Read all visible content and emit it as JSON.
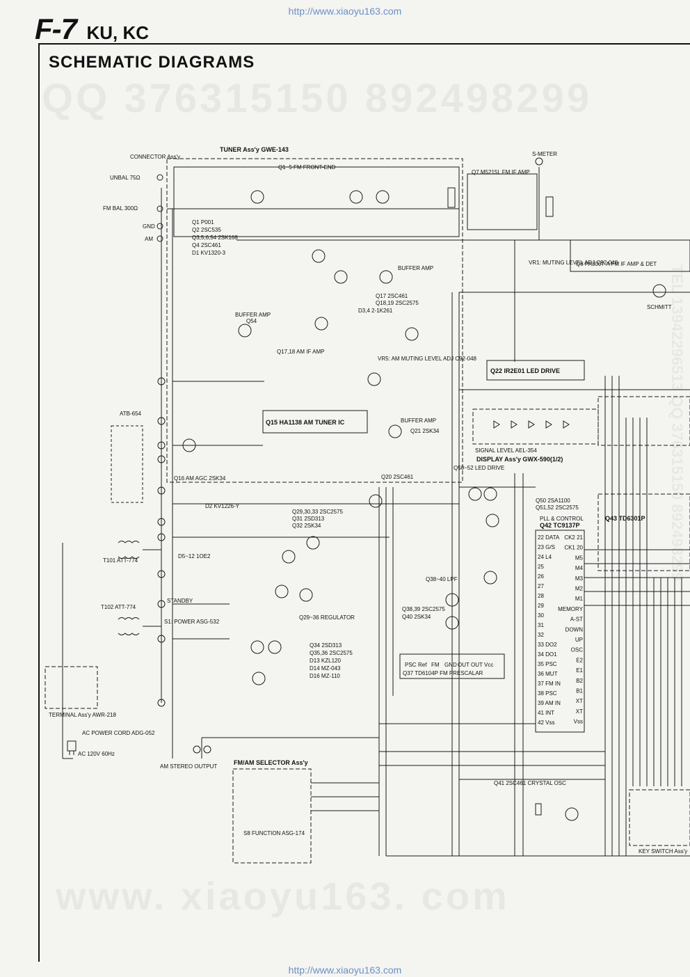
{
  "header": {
    "url_top": "http://www.xiaoyu163.com",
    "url_bottom": "http://www.xiaoyu163.com",
    "model_code": "F-7",
    "model_variant": "KU, KC",
    "title": "SCHEMATIC DIAGRAMS"
  },
  "watermarks": {
    "qq": "QQ 376315150    892498299",
    "web": "www. xiaoyu163. com",
    "tel": "TEL 13942296513  QQ 376315150  892498299"
  },
  "assemblies": {
    "tuner": "TUNER Ass'y    GWE-143",
    "connector": "CONNECTOR Ass'y",
    "display": "DISPLAY Ass'y   GWX-590(1/2)",
    "terminal": "TERMINAL Ass'y AWR-218",
    "selector": "FM/AM SELECTOR Ass'y",
    "key_switch": "KEY SWITCH Ass'y",
    "function": "S8 FUNCTION ASG-174"
  },
  "stages": {
    "fm_front_end": "Q1~5 FM FRONT-END",
    "fm_if_amp": "Q7 M5215L FM IF AMP",
    "fm_if_det": "Q8 PA3007-A   FM IF AMP & DET",
    "am_tuner_ic": "Q15 HA1138   AM TUNER IC",
    "am_if_amp": "Q17,18 AM IF AMP",
    "buffer_amp_1": "BUFFER AMP",
    "buffer_amp_2": "BUFFER AMP",
    "buffer_amp_3": "BUFFER AMP",
    "led_drive": "Q22 IR2E01   LED DRIVE",
    "led_drive_2": "Q50~52 LED DRIVE",
    "pll_control": "PLL & CONTROL",
    "pll_ic": "Q42 TC9137P",
    "regulator": "Q29~36 REGULATOR",
    "lpf": "Q38~40 LPF",
    "prescalar": "Q37 TD6104P   FM PRESCALAR",
    "crystal_osc": "Q41 2SC461  CRYSTAL OSC",
    "am_agc": "Q16 AM AGC 2SK34",
    "schmitt": "SCHMITT",
    "s_meter": "S-METER",
    "signal_level": "SIGNAL LEVEL AEL-354",
    "muting_level": "VR1: MUTING LEVEL ADJ C92-048",
    "am_muting": "VR5: AM MUTING LEVEL ADJ C92-048",
    "q43": "Q43 TD6301P"
  },
  "terminals": {
    "unbal": "UNBAL 75Ω",
    "fm_bal": "FM BAL 300Ω",
    "gnd": "GND",
    "am": "AM",
    "am_stereo": "AM STEREO OUTPUT",
    "ac_cord": "AC POWER CORD ADG-052",
    "ac_120": "AC 120V 60Hz",
    "standby": "STANDBY",
    "power_sw": "S1: POWER ASG-532",
    "t101": "T101 ATT-774",
    "t102": "T102 ATT-774",
    "atb": "ATB-654"
  },
  "parts": {
    "fm_front_end_parts": [
      "Q1 P001",
      "Q2 2SC535",
      "Q3,5,6,54 2SK168",
      "Q4 2SC461",
      "D1 KV1320-3"
    ],
    "q17": "Q17 2SC461",
    "q18": "Q18,19 2SC2575",
    "d34": "D3,4 2-1K261",
    "q20": "Q20 2SC461",
    "q21": "Q21 2SK34",
    "d2": "D2 KV1226-Y",
    "reg_parts": [
      "Q29,30,33 2SC2575",
      "Q31 2SD313",
      "Q32 2SK34"
    ],
    "d5": "D5~12 1OE2",
    "q34": [
      "Q34 2SD313",
      "Q35,36 2SC2575",
      "D13 KZL120",
      "D14 MZ-043",
      "D16 MZ-110"
    ],
    "q38": [
      "Q38,39 2SC2575",
      "Q40 2SK34"
    ],
    "q50": [
      "Q50 2SA1100",
      "Q51,52 2SC2575"
    ],
    "q54": "Q54"
  },
  "pll_pins": {
    "left": [
      "22 DATA",
      "23 G/S",
      "24 L4",
      "25",
      "26",
      "27",
      "28",
      "29",
      "30",
      "31",
      "32",
      "33 DO2",
      "34 DO1",
      "35 PSC",
      "36 MUT",
      "37 FM IN",
      "38 PSC",
      "39 AM IN",
      "41 INT",
      "42 Vss"
    ],
    "right": [
      "CK2 21",
      "CK1 20",
      "M5",
      "M4",
      "M3",
      "M2",
      "M1",
      "MEMORY",
      "A-ST",
      "DOWN",
      "UP",
      "OSC",
      "E2",
      "E1",
      "B2",
      "B1",
      "XT",
      "XT",
      "Vss"
    ]
  },
  "prescalar_pins": [
    "PSC",
    "Ref",
    "FM",
    "GND",
    "OUT",
    "OUT",
    "Vcc"
  ]
}
